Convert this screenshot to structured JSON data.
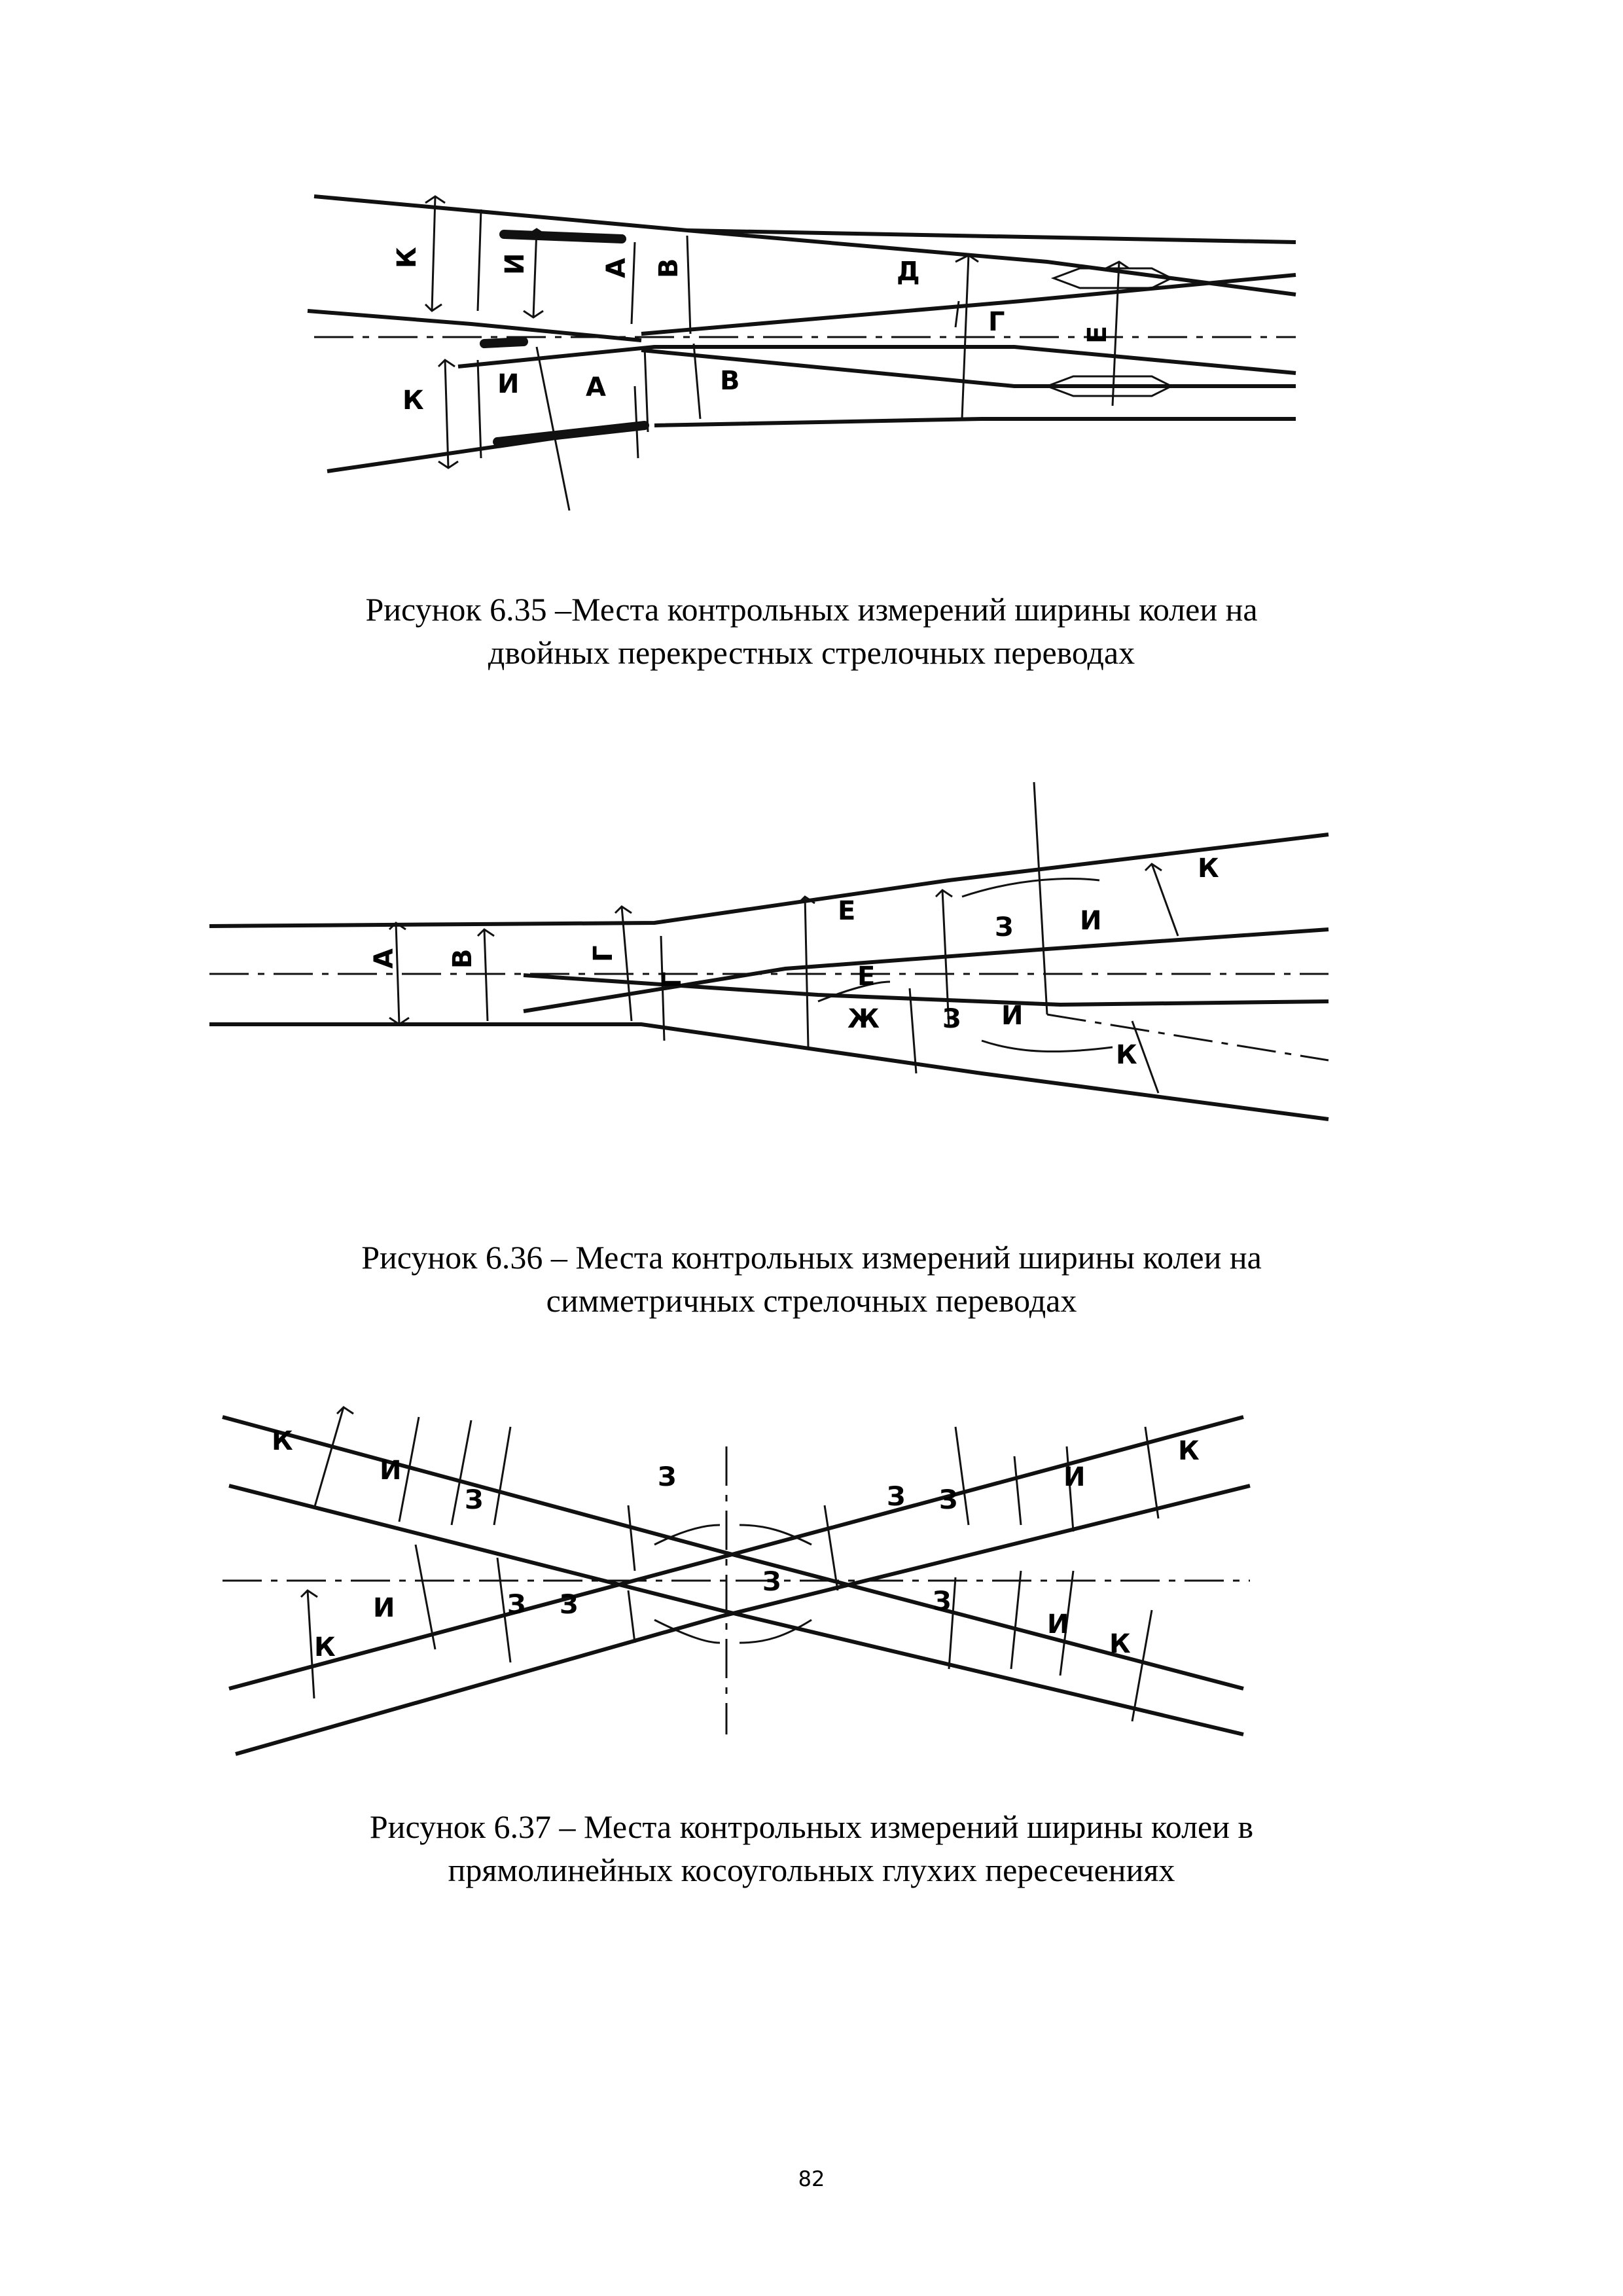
{
  "figures": [
    {
      "caption_lines": [
        "Рисунок 6.35 –Места контрольных измерений ширины колеи на",
        "двойных перекрестных стрелочных переводах"
      ],
      "labels": [
        "К",
        "И",
        "А",
        "В",
        "Д",
        "Г",
        "Е",
        "К",
        "И",
        "А",
        "В"
      ]
    },
    {
      "caption_lines": [
        "Рисунок 6.36 – Места контрольных измерений ширины колеи на",
        "симметричных стрелочных переводах"
      ],
      "labels": [
        "А",
        "В",
        "Г",
        "Г",
        "Е",
        "Е",
        "Ж",
        "З",
        "З",
        "И",
        "И",
        "К",
        "К"
      ]
    },
    {
      "caption_lines": [
        "Рисунок 6.37 – Места контрольных измерений ширины колеи в",
        "прямолинейных косоугольных глухих пересечениях"
      ],
      "labels": [
        "К",
        "И",
        "З",
        "З",
        "К",
        "И",
        "З",
        "З",
        "З",
        "З",
        "И",
        "К",
        "З",
        "З",
        "И",
        "К"
      ]
    }
  ],
  "page_number": "82"
}
